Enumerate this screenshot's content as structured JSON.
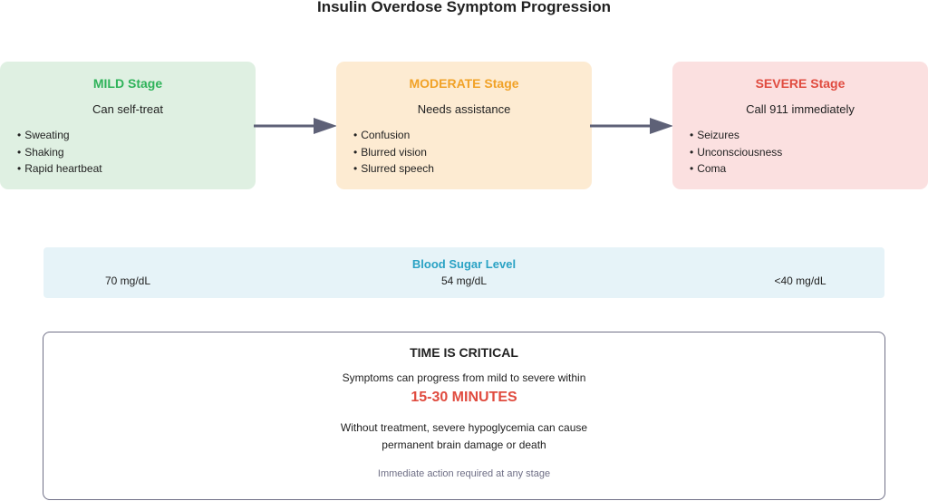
{
  "title": "Insulin Overdose Symptom Progression",
  "stages": [
    {
      "title": "MILD Stage",
      "subtitle": "Can self-treat",
      "symptoms": [
        "Sweating",
        "Shaking",
        "Rapid heartbeat"
      ],
      "color": "#2fb35a",
      "background": "#dff0e2"
    },
    {
      "title": "MODERATE Stage",
      "subtitle": "Needs assistance",
      "symptoms": [
        "Confusion",
        "Blurred vision",
        "Slurred speech"
      ],
      "color": "#f1a227",
      "background": "#fdebd2"
    },
    {
      "title": "SEVERE Stage",
      "subtitle": "Call 911 immediately",
      "symptoms": [
        "Seizures",
        "Unconsciousness",
        "Coma"
      ],
      "color": "#e04b3f",
      "background": "#fbe0e0"
    }
  ],
  "blood_sugar": {
    "title": "Blood Sugar Level",
    "levels": [
      "70 mg/dL",
      "54 mg/dL",
      "<40 mg/dL"
    ],
    "color": "#2aa2c4"
  },
  "critical": {
    "title": "TIME IS CRITICAL",
    "line1": "Symptoms can progress from mild to severe within",
    "highlight": "15-30 MINUTES",
    "line2": "Without treatment, severe hypoglycemia can cause",
    "line3": "permanent brain damage or death",
    "footer": "Immediate action required at any stage",
    "highlight_color": "#e04b3f",
    "border_color": "#707087"
  },
  "arrow_color": "#5e6177",
  "icons": [
    "arrow-right-icon"
  ]
}
